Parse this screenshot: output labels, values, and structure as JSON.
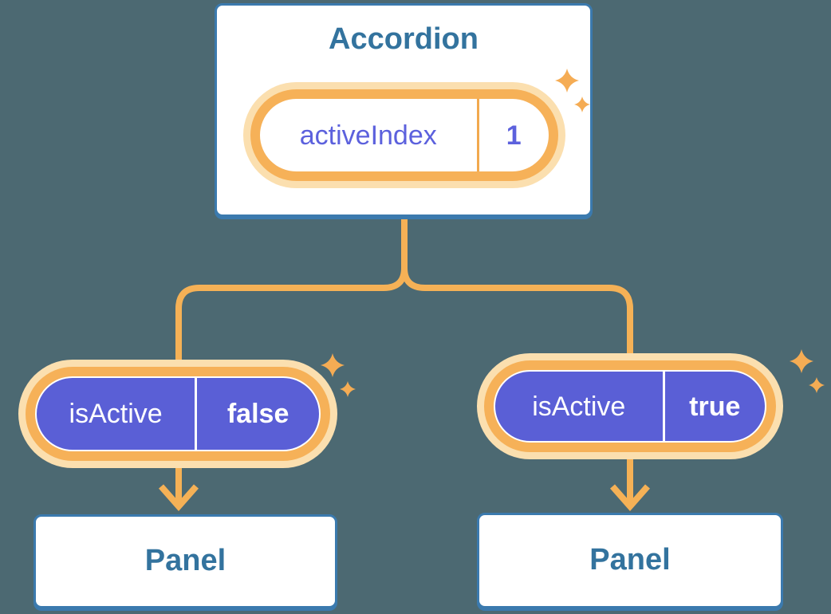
{
  "colors": {
    "background": "#4C6972",
    "box-fill": "#FFFFFF",
    "box-border": "#3B7AAE",
    "heading-text": "#33739E",
    "state-text": "#5C61DD",
    "pill-fill": "#5A5FD6",
    "pill-text": "#FFFFFF",
    "ring": "#F6B158",
    "glow": "#FBDFAF",
    "line": "#F5B156",
    "light-divider": "#F2A94F",
    "sparkle": "#F5AC54"
  },
  "root_component": {
    "title": "Accordion",
    "state": {
      "name": "activeIndex",
      "value": "1"
    }
  },
  "left_branch": {
    "prop": {
      "name": "isActive",
      "value": "false"
    },
    "child_component": {
      "title": "Panel"
    }
  },
  "right_branch": {
    "prop": {
      "name": "isActive",
      "value": "true"
    },
    "child_component": {
      "title": "Panel"
    }
  },
  "icons": {
    "sparkles": "four-point-stars",
    "arrow": "down-arrow-chevron"
  }
}
